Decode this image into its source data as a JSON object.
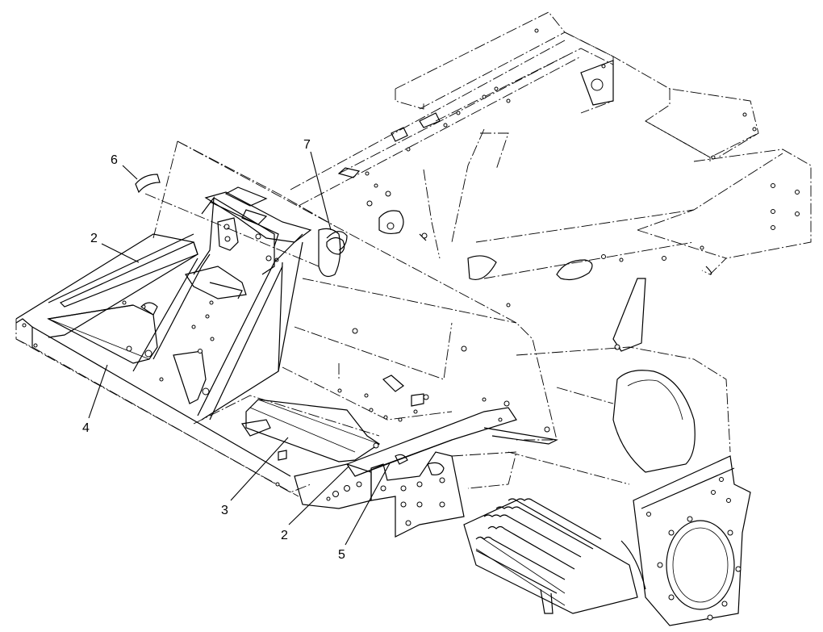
{
  "callouts": [
    "6",
    "7",
    "2",
    "4",
    "3",
    "2",
    "5"
  ],
  "colors": {
    "ink": "#000000",
    "paper": "#ffffff"
  }
}
